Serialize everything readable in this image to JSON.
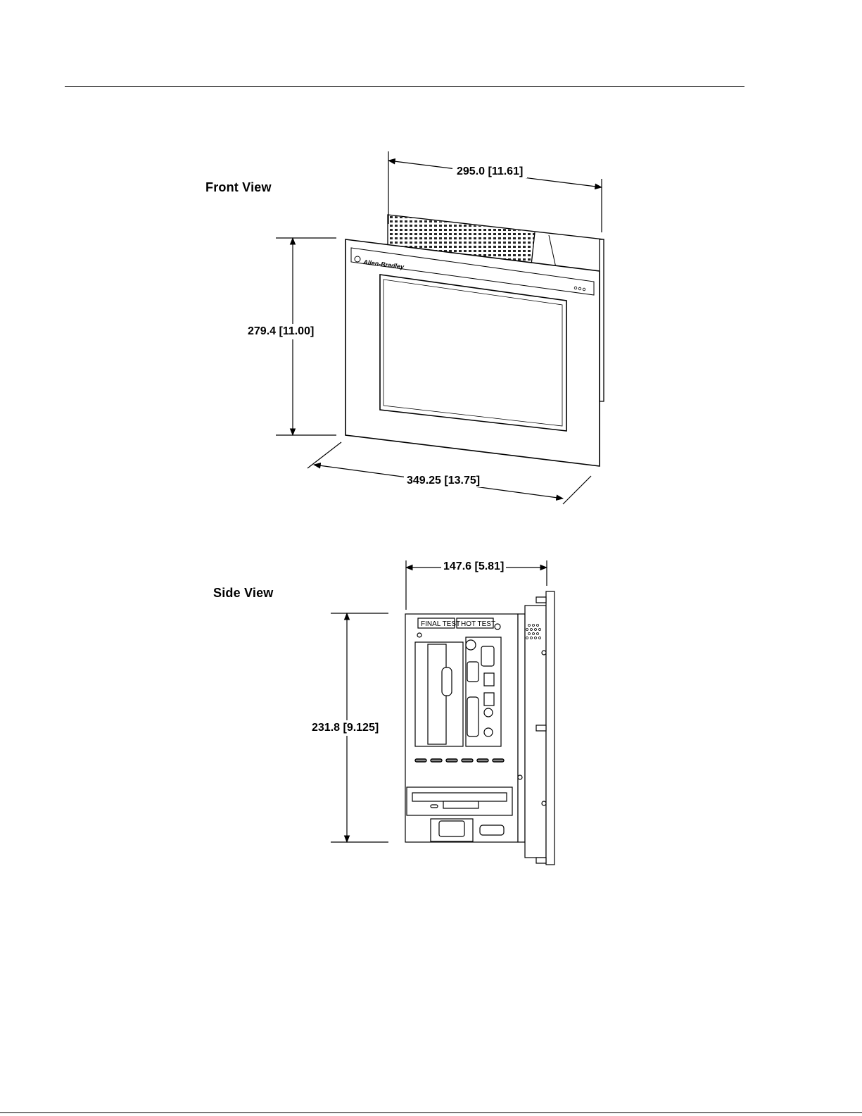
{
  "front_view": {
    "label": "Front View",
    "logo_text": "Allen-Bradley",
    "dimensions": {
      "top_depth": "295.0 [11.61]",
      "height": "279.4 [11.00]",
      "width": "349.25 [13.75]"
    }
  },
  "side_view": {
    "label": "Side View",
    "slot_labels": [
      "FINAL TEST",
      "HOT TEST"
    ],
    "dimensions": {
      "depth": "147.6 [5.81]",
      "height": "231.8 [9.125]"
    }
  },
  "colors": {
    "line": "#000000",
    "fill": "#ffffff",
    "shade": "#e8e8e8"
  }
}
